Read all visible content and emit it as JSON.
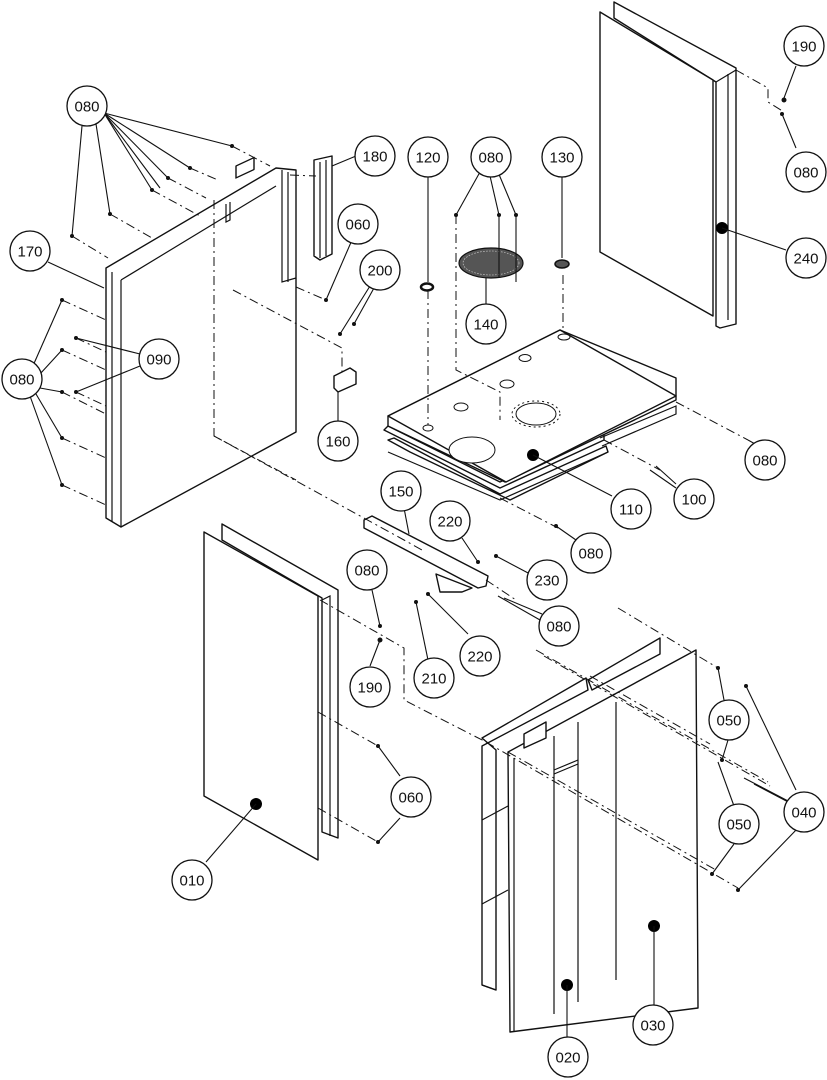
{
  "diagram": {
    "type": "exploded-parts-view",
    "callouts": [
      {
        "id": "c080a",
        "label": "080"
      },
      {
        "id": "c170",
        "label": "170"
      },
      {
        "id": "c080b",
        "label": "080"
      },
      {
        "id": "c090",
        "label": "090"
      },
      {
        "id": "c180",
        "label": "180"
      },
      {
        "id": "c060a",
        "label": "060"
      },
      {
        "id": "c200",
        "label": "200"
      },
      {
        "id": "c160",
        "label": "160"
      },
      {
        "id": "c120",
        "label": "120"
      },
      {
        "id": "c080c",
        "label": "080"
      },
      {
        "id": "c130",
        "label": "130"
      },
      {
        "id": "c140",
        "label": "140"
      },
      {
        "id": "c190a",
        "label": "190"
      },
      {
        "id": "c080d",
        "label": "080"
      },
      {
        "id": "c240",
        "label": "240"
      },
      {
        "id": "c080e",
        "label": "080"
      },
      {
        "id": "c100",
        "label": "100"
      },
      {
        "id": "c110",
        "label": "110"
      },
      {
        "id": "c080f",
        "label": "080"
      },
      {
        "id": "c150",
        "label": "150"
      },
      {
        "id": "c220a",
        "label": "220"
      },
      {
        "id": "c230",
        "label": "230"
      },
      {
        "id": "c080g",
        "label": "080"
      },
      {
        "id": "c080h",
        "label": "080"
      },
      {
        "id": "c220b",
        "label": "220"
      },
      {
        "id": "c210",
        "label": "210"
      },
      {
        "id": "c190b",
        "label": "190"
      },
      {
        "id": "c060b",
        "label": "060"
      },
      {
        "id": "c010",
        "label": "010"
      },
      {
        "id": "c050a",
        "label": "050"
      },
      {
        "id": "c040",
        "label": "040"
      },
      {
        "id": "c050b",
        "label": "050"
      },
      {
        "id": "c030",
        "label": "030"
      },
      {
        "id": "c020",
        "label": "020"
      }
    ]
  }
}
